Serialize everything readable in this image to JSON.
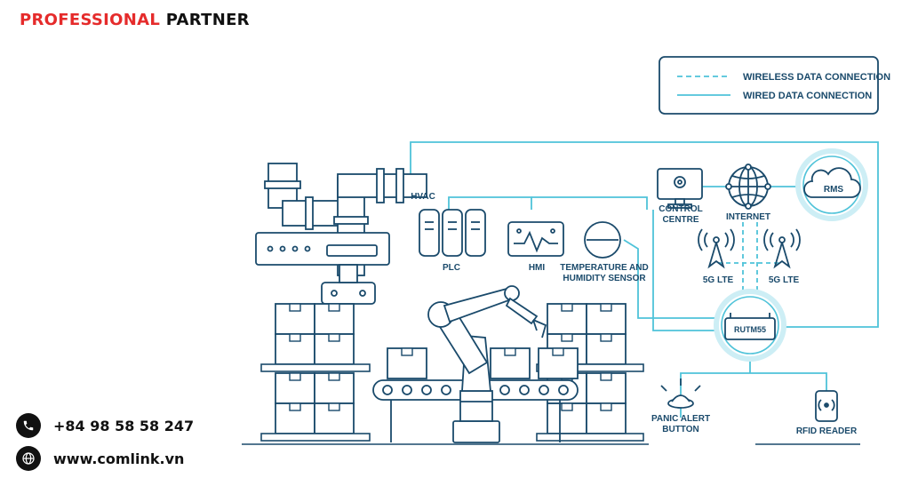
{
  "brand": {
    "accent": "PROFESSIONAL",
    "rest": "PARTNER"
  },
  "contact": {
    "phone": "+84 98 58 58 247",
    "website": "www.comlink.vn"
  },
  "legend": {
    "wireless": "WIRELESS DATA CONNECTION",
    "wired": "WIRED DATA CONNECTION"
  },
  "labels": {
    "hvac": "HVAC",
    "plc": "PLC",
    "hmi": "HMI",
    "sensor_line1": "TEMPERATURE AND",
    "sensor_line2": "HUMIDITY SENSOR",
    "control_line1": "CONTROL",
    "control_line2": "CENTRE",
    "internet": "INTERNET",
    "rms": "RMS",
    "lte_left": "5G LTE",
    "lte_right": "5G LTE",
    "router": "RUTM55",
    "panic_line1": "PANIC ALERT",
    "panic_line2": "BUTTON",
    "rfid": "RFID READER"
  },
  "colors": {
    "line": "#4fc3d9",
    "ink": "#1a4a6b",
    "accent": "#e52b2b"
  }
}
